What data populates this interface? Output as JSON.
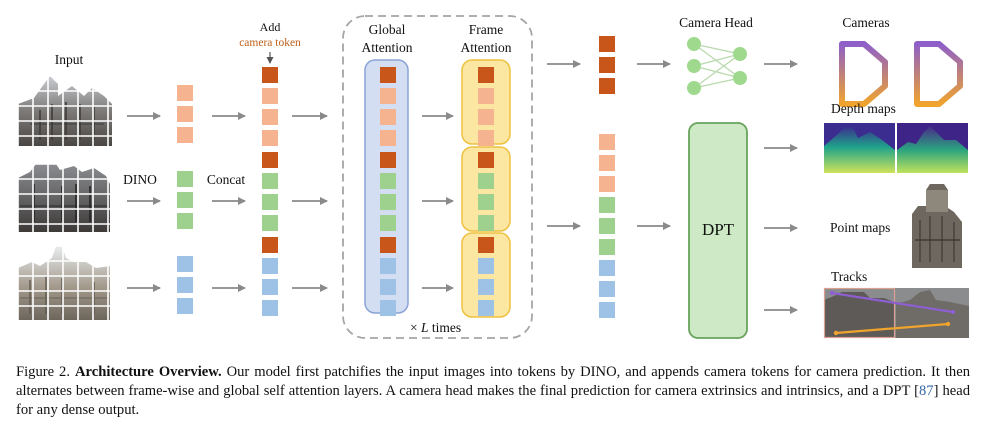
{
  "labels": {
    "input": "Input",
    "dino": "DINO",
    "concat": "Concat",
    "add": "Add",
    "camera_token": "camera token",
    "global_attention_1": "Global",
    "global_attention_2": "Attention",
    "frame_attention_1": "Frame",
    "frame_attention_2": "Attention",
    "times_prefix": "× ",
    "times_var": "L",
    "times_suffix": " times",
    "camera_head": "Camera Head",
    "cameras": "Cameras",
    "depth_maps": "Depth maps",
    "point_maps": "Point maps",
    "tracks": "Tracks",
    "dpt": "DPT"
  },
  "caption": {
    "figure": "Figure 2.",
    "title": "Architecture Overview.",
    "text_1": " Our model first patchifies the input images into tokens by DINO, and appends camera tokens for camera prediction. It then alternates between frame-wise and global self attention layers. A camera head makes the final prediction for camera extrinsics and intrinsics, and a DPT [",
    "ref": "87",
    "text_2": "] head for any dense output."
  },
  "colors": {
    "camera_token": "#c8561a",
    "token_orange": "#f5b48f",
    "token_green": "#9ed08e",
    "token_blue": "#9dc2e6",
    "global_box_fill": "#d4def2",
    "global_box_stroke": "#8aa3d6",
    "frame_box_fill": "#fbe7a1",
    "frame_box_stroke": "#eec13f",
    "dpt_fill": "#cde9c5",
    "dpt_stroke": "#68a35c",
    "camera_head_node": "#9fd98d",
    "arrow": "#8a8a8a",
    "camera_purple": "#8e5fc8",
    "camera_orange": "#f0a42e"
  }
}
